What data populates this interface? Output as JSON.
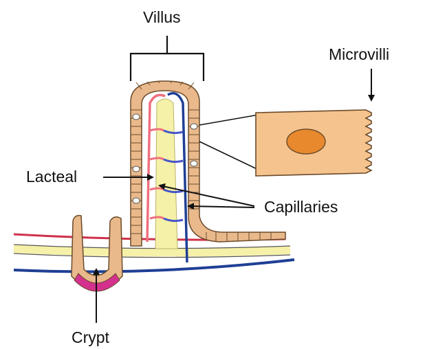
{
  "labels": {
    "villus": "Villus",
    "microvilli": "Microvilli",
    "lacteal": "Lacteal",
    "capillaries": "Capillaries",
    "crypt": "Crypt"
  },
  "colors": {
    "epithelium_fill": "#e9b98c",
    "epithelium_stroke": "#6b4a2a",
    "lacteal_fill": "#f6f1a8",
    "artery_red": "#d0314a",
    "capillary_pink": "#ef6f7e",
    "vein_blue": "#1f3f95",
    "capillary_blue": "#4756c8",
    "crypt_magenta": "#d3318d",
    "cell_fill": "#f5c48e",
    "nucleus_fill": "#e8892e",
    "pointer": "#111111"
  }
}
